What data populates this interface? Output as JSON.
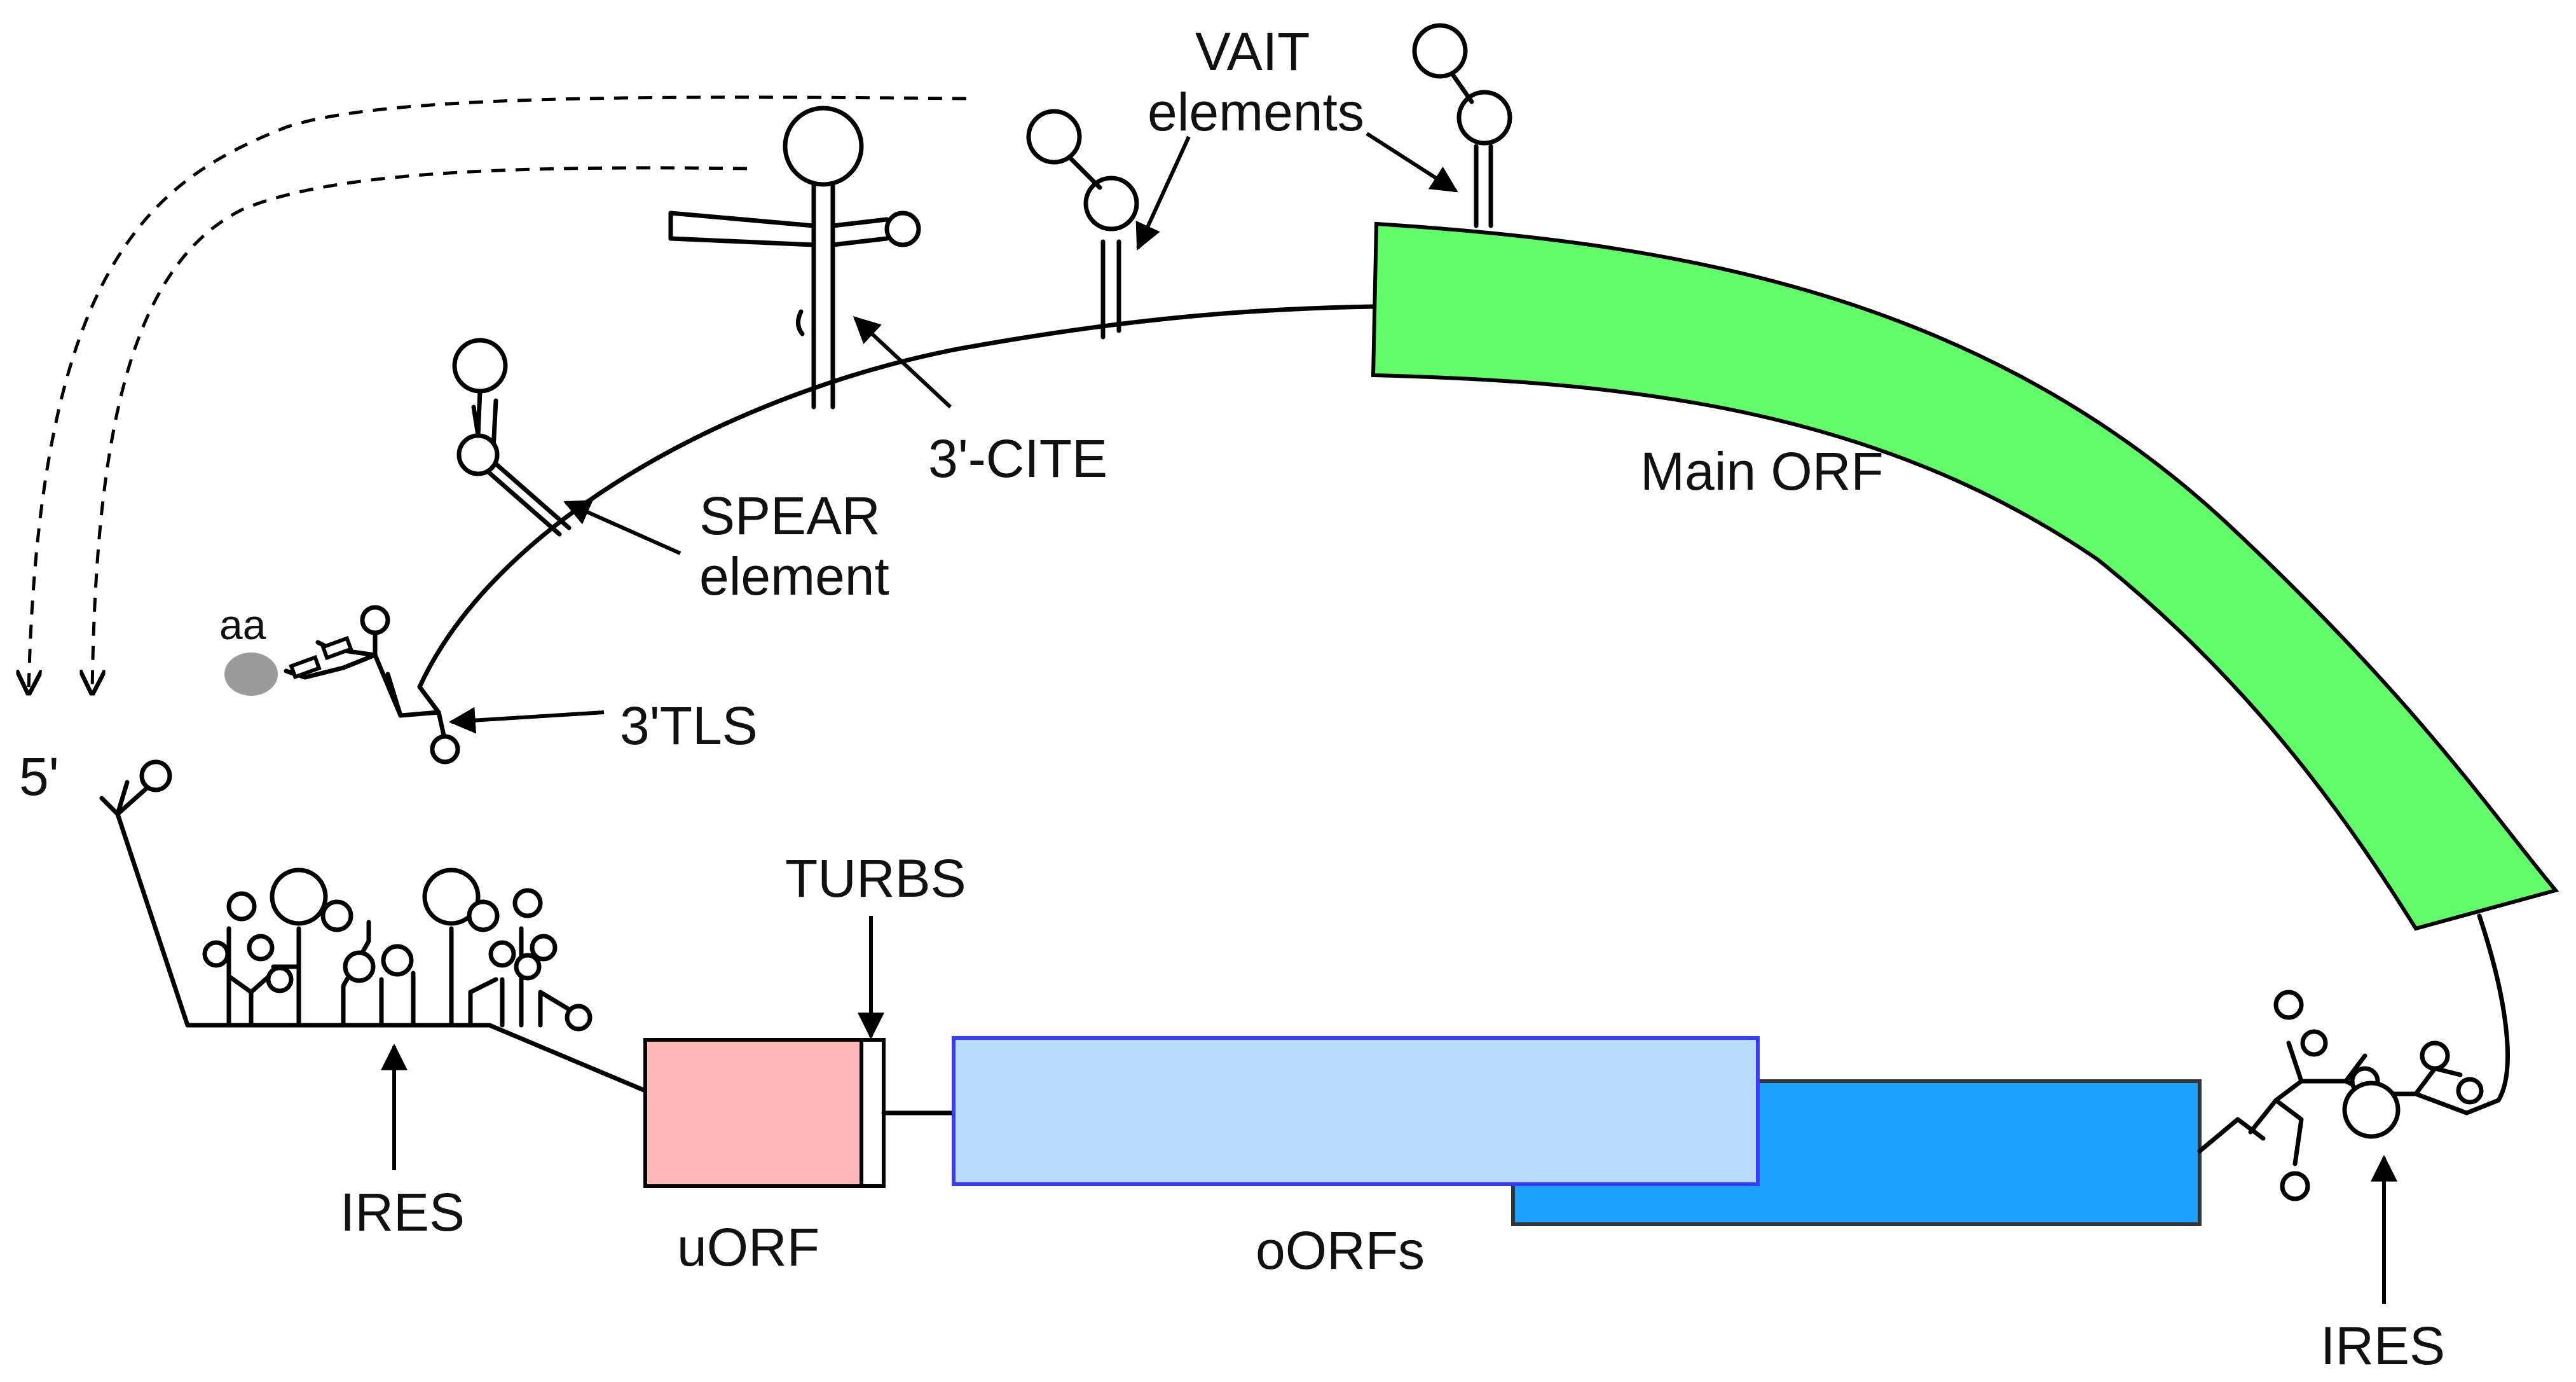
{
  "labels": {
    "five_prime": "5'",
    "aa": "aa",
    "tls": "3'TLS",
    "spear_line1": "SPEAR",
    "spear_line2": "element",
    "cite": "3'-CITE",
    "vait_line1": "VAIT",
    "vait_line2": "elements",
    "main_orf": "Main ORF",
    "turbs": "TURBS",
    "ires_left": "IRES",
    "uorf": "uORF",
    "oorfs": "oORFs",
    "ires_right": "IRES"
  },
  "colors": {
    "main_orf": "#62fb6a",
    "uorf": "#ffb8b8",
    "oorf_light": "#b8dcff",
    "oorf_dark": "#1aa0ff",
    "aa_blob": "#9b9b9b"
  }
}
